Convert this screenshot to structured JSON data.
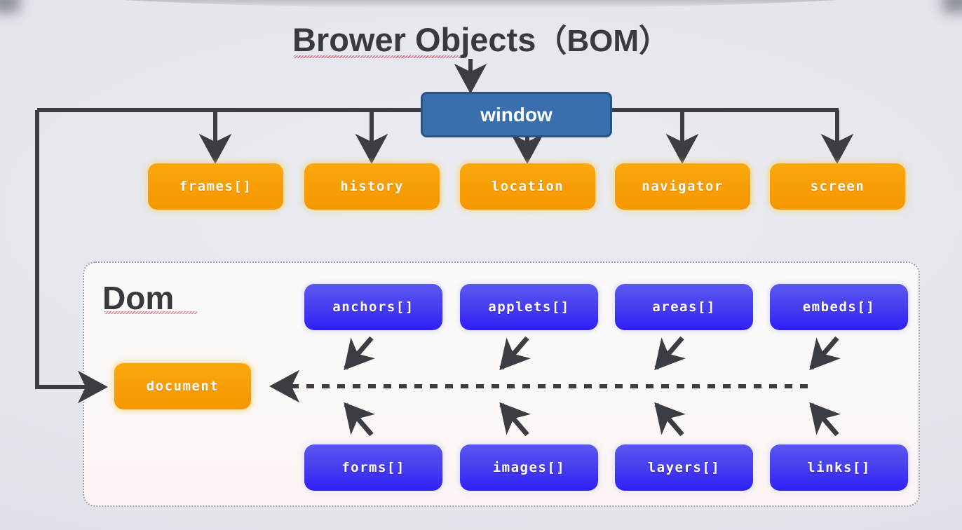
{
  "slide": {
    "title_main": "Brower Objects",
    "title_paren": "（BOM）",
    "background_color": "#e4e6ec"
  },
  "root": {
    "label": "window",
    "color": "#3a6fad",
    "border_color": "#2c537f"
  },
  "bom_objects": {
    "color": "#f79d06",
    "items": [
      {
        "label": "frames[]"
      },
      {
        "label": "history"
      },
      {
        "label": "location"
      },
      {
        "label": "navigator"
      },
      {
        "label": "screen"
      }
    ]
  },
  "dom_panel": {
    "label": "Dom",
    "document": {
      "label": "document",
      "color": "#f79d06"
    },
    "collections_color": "#3f2ff2",
    "top_row": [
      {
        "label": "anchors[]"
      },
      {
        "label": "applets[]"
      },
      {
        "label": "areas[]"
      },
      {
        "label": "embeds[]"
      }
    ],
    "bottom_row": [
      {
        "label": "forms[]"
      },
      {
        "label": "images[]"
      },
      {
        "label": "layers[]"
      },
      {
        "label": "links[]"
      }
    ]
  },
  "connectors": {
    "title_to_window": "arrow-down",
    "window_to_bom": "bus-down-arrows",
    "window_to_document": "bracket-left-arrow",
    "collections_to_document": "dashed-left-arrow"
  }
}
